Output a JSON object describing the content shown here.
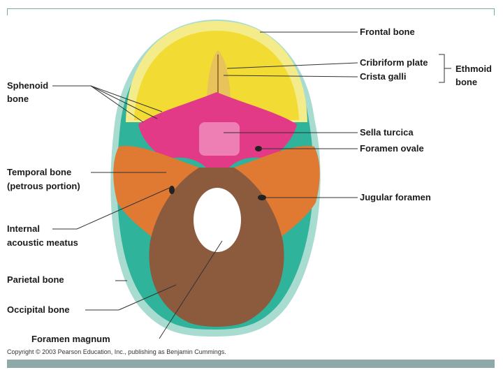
{
  "labels": {
    "frontal_bone": "Frontal bone",
    "cribriform_plate": "Cribriform plate",
    "crista_galli": "Crista galli",
    "ethmoid_bone_line1": "Ethmoid",
    "ethmoid_bone_line2": "bone",
    "sphenoid_bone_line1": "Sphenoid",
    "sphenoid_bone_line2": "bone",
    "sella_turcica": "Sella turcica",
    "foramen_ovale": "Foramen ovale",
    "temporal_bone_line1": "Temporal bone",
    "temporal_bone_line2": "(petrous portion)",
    "jugular_foramen": "Jugular foramen",
    "internal_acoustic_meatus_line1": "Internal",
    "internal_acoustic_meatus_line2": "acoustic meatus",
    "parietal_bone": "Parietal bone",
    "occipital_bone": "Occipital bone",
    "foramen_magnum": "Foramen magnum"
  },
  "copyright": "Copyright © 2003 Pearson Education, Inc., publishing as Benjamin Cummings.",
  "colors": {
    "frontal": "#f2dc33",
    "frontal_rim": "#f4ec8a",
    "parietal": "#2fb39a",
    "parietal_rim": "#a9dcd0",
    "sphenoid": "#e23a86",
    "temporal": "#e07a32",
    "occipital": "#8c5a3c",
    "ethmoid": "#e8c25a",
    "frame": "#7aa6a4",
    "bottom_bar": "#8fa8a8"
  }
}
